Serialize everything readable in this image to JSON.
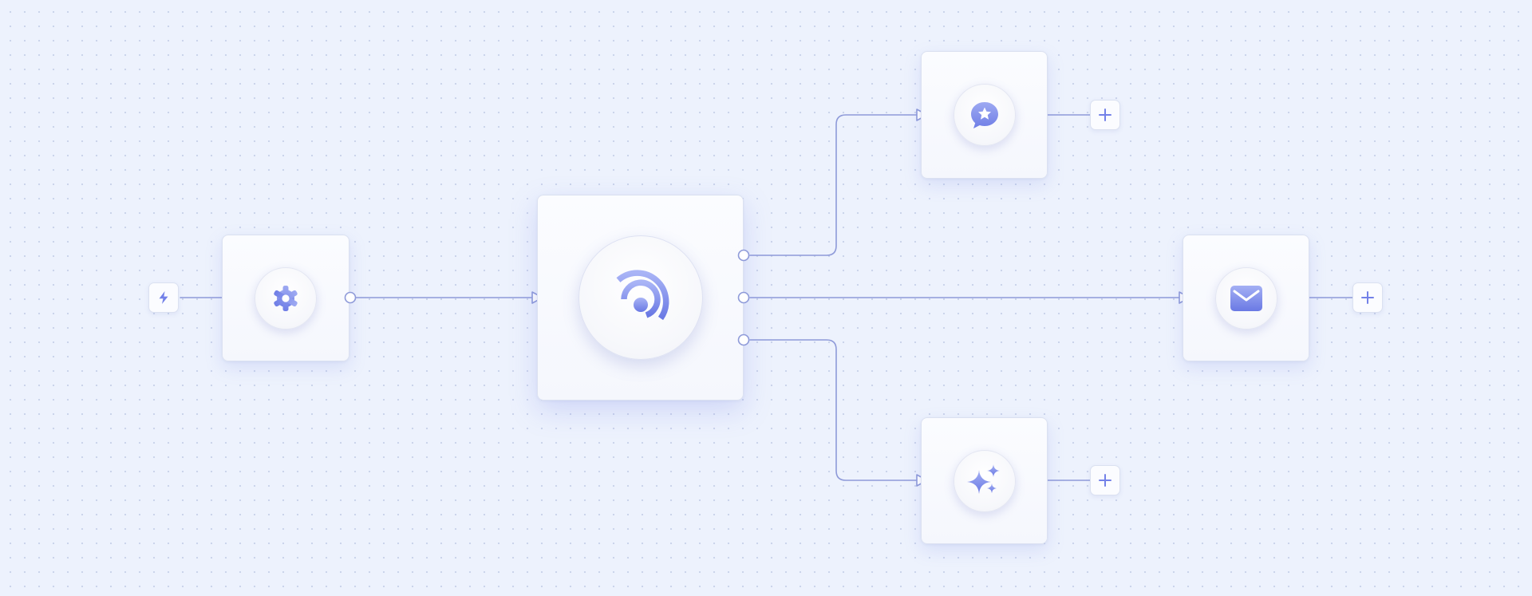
{
  "diagram": {
    "type": "workflow",
    "trigger": {
      "icon": "lightning-bolt-icon"
    },
    "nodes": [
      {
        "id": "settings",
        "icon": "gear-icon"
      },
      {
        "id": "router",
        "icon": "signal-rings-icon",
        "outputs": 3
      },
      {
        "id": "review",
        "icon": "chat-bubble-star-icon"
      },
      {
        "id": "email",
        "icon": "envelope-icon"
      },
      {
        "id": "ai",
        "icon": "sparkles-icon"
      }
    ],
    "add_buttons": [
      {
        "after": "review",
        "icon": "plus-icon"
      },
      {
        "after": "email",
        "icon": "plus-icon"
      },
      {
        "after": "ai",
        "icon": "plus-icon"
      }
    ],
    "edges": [
      {
        "from": "trigger",
        "to": "settings"
      },
      {
        "from": "settings",
        "to": "router"
      },
      {
        "from": "router",
        "to": "review"
      },
      {
        "from": "router",
        "to": "email"
      },
      {
        "from": "router",
        "to": "ai"
      }
    ]
  },
  "colors": {
    "background": "#edf2fd",
    "grid_dot": "#c9d2ea",
    "connector": "#8e9ad9",
    "accent": "#7381e8",
    "accent_light": "#a4b0f4",
    "node_border": "#dbe1f1"
  }
}
